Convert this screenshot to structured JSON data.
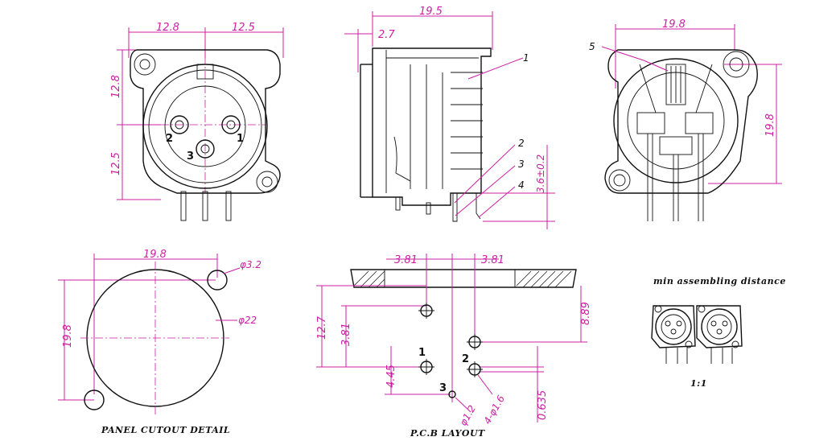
{
  "colors": {
    "dimension": "#cc1fa3",
    "outline": "#111111",
    "background": "#ffffff"
  },
  "front_view": {
    "dims": {
      "width_left": "12.8",
      "width_right": "12.5",
      "height_top": "12.8",
      "height_bottom": "12.5"
    },
    "pins": [
      "1",
      "2",
      "3"
    ]
  },
  "side_view": {
    "dims": {
      "depth": "19.5",
      "flange": "2.7",
      "pin_length": "3.6±0.2"
    },
    "callouts": [
      "1",
      "2",
      "3",
      "4"
    ]
  },
  "rear_view": {
    "dims": {
      "width": "19.8",
      "height": "19.8"
    },
    "callouts": [
      "5"
    ]
  },
  "panel_cutout": {
    "label": "PANEL CUTOUT DETAIL",
    "dims": {
      "width": "19.8",
      "height": "19.8",
      "hole": "φ3.2",
      "cutout": "φ22"
    }
  },
  "pcb_layout": {
    "label": "P.C.B LAYOUT",
    "dims": {
      "left_offset": "3.81",
      "right_offset": "3.81",
      "height_a": "12.7",
      "height_b": "3.81",
      "height_c": "8.89",
      "height_d": "4.45",
      "height_e": "0.635",
      "small_hole": "φ1.2",
      "pin_holes": "4-φ1.6"
    },
    "pins": [
      "1",
      "2",
      "3"
    ]
  },
  "assembly": {
    "label": "min assembling distance",
    "scale": "1:1"
  }
}
